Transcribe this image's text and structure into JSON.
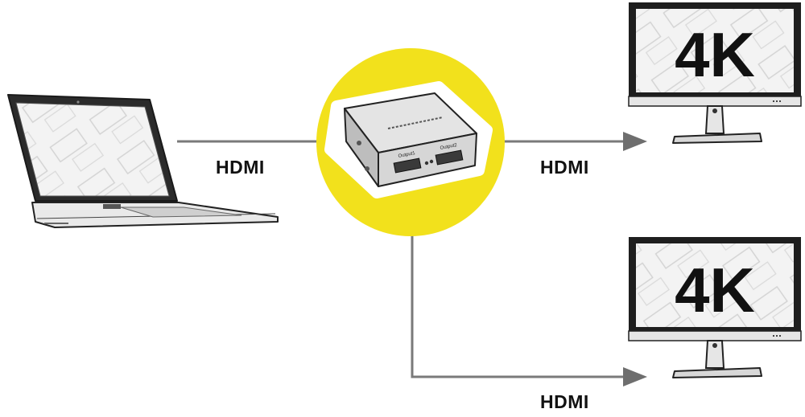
{
  "diagram": {
    "connections": [
      {
        "id": "laptop-to-splitter",
        "label": "HDMI"
      },
      {
        "id": "splitter-to-monitor-top",
        "label": "HDMI"
      },
      {
        "id": "splitter-to-monitor-bottom",
        "label": "HDMI"
      }
    ],
    "monitors": [
      {
        "id": "top",
        "text": "4K"
      },
      {
        "id": "bottom",
        "text": "4K"
      }
    ],
    "splitter": {
      "output_label_1": "Output1",
      "output_label_2": "Output2"
    }
  },
  "colors": {
    "highlight": "#f2e11c",
    "line": "#7a7a7a",
    "outline": "#222222",
    "panel": "#efefef"
  },
  "icons": [
    "laptop-icon",
    "hdmi-splitter-icon",
    "monitor-icon"
  ]
}
